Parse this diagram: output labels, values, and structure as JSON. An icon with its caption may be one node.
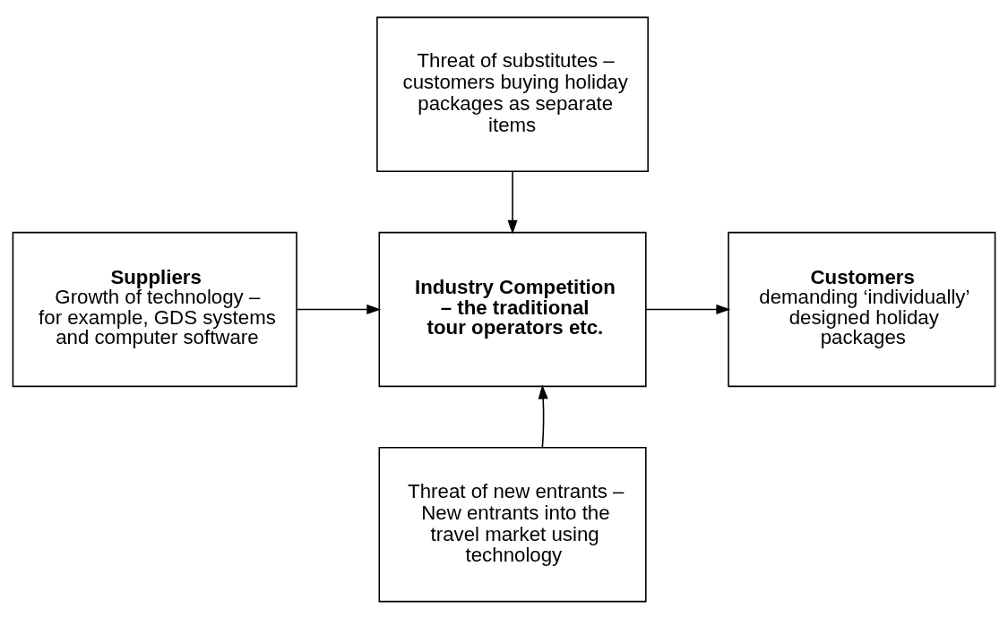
{
  "diagram": {
    "nodes": [
      {
        "text": [
          "Threat of substitutes – customers buying holiday packages as separate items"
        ]
      },
      {
        "text": [
          "Suppliers",
          "Growth of technology – for example, GDS systems and computer software"
        ]
      },
      {
        "text": [
          "Industry Competition – the traditional tour operators etc."
        ]
      },
      {
        "text": [
          "Customers",
          "demanding ‘individually’ designed holiday packages"
        ]
      },
      {
        "text": [
          "Threat of new entrants – New entrants into the travel market using technology"
        ]
      }
    ],
    "edges": [
      {
        "from": 0,
        "to": 2,
        "arrow": "to"
      },
      {
        "from": 1,
        "to": 2,
        "arrow": "to"
      },
      {
        "from": 2,
        "to": 3,
        "arrow": "to"
      },
      {
        "from": 4,
        "to": 2,
        "arrow": "to"
      }
    ]
  }
}
